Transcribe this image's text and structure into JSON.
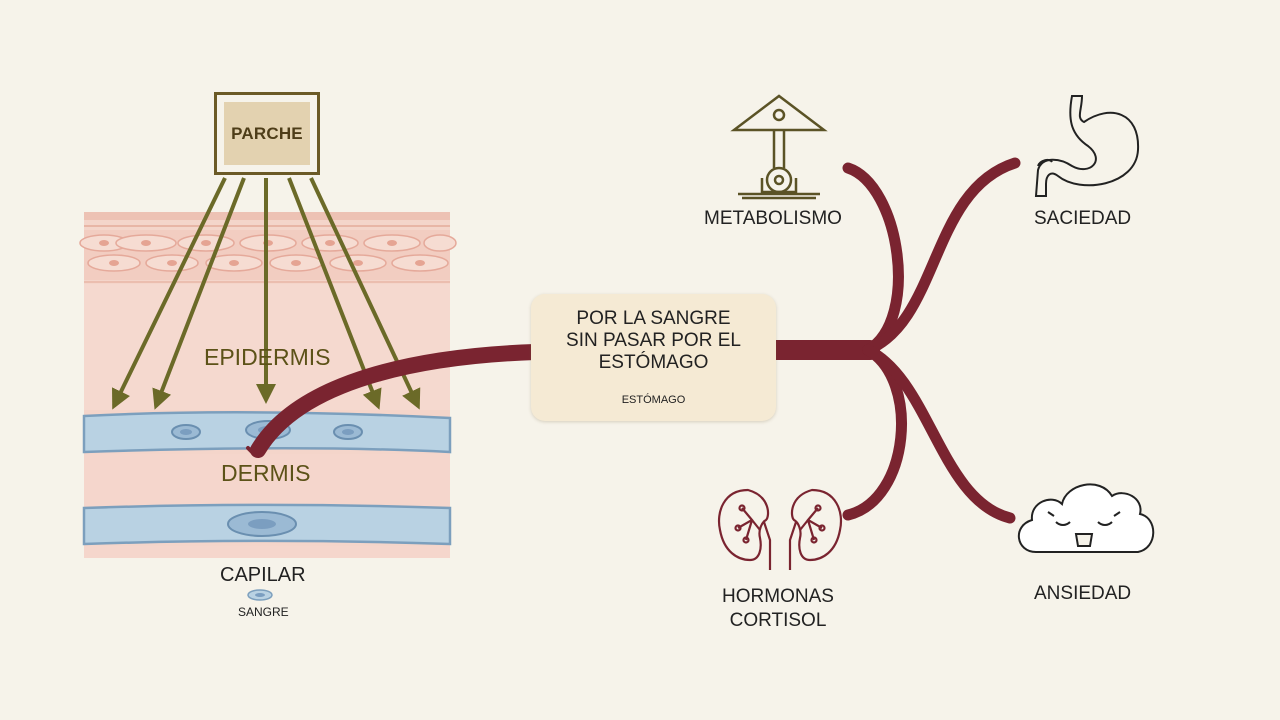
{
  "patch": {
    "label": "PARCHE"
  },
  "skin": {
    "epidermis_label": "EPIDERMIS",
    "dermis_label": "DERMIS",
    "capillary_label": "CAPILAR",
    "blood_label": "SANGRE"
  },
  "center": {
    "title": "POR LA SANGRE\nSIN PASAR POR EL\nESTÓMAGO",
    "icon_caption": "ESTÓMAGO",
    "icon": "stomach-icon"
  },
  "effects": [
    {
      "label": "METABOLISMO",
      "icon": "metabolism-scale-icon"
    },
    {
      "label": "SACIEDAD",
      "icon": "stomach-outline-icon"
    },
    {
      "label": "HORMONAS\nCORTISOL",
      "icon": "kidneys-icon"
    },
    {
      "label": "ANSIEDAD",
      "icon": "cloud-face-icon"
    }
  ],
  "colors": {
    "background": "#f6f3ea",
    "pathway": "#7a2430",
    "arrow": "#6b6a28",
    "epidermis_text": "#5c5218",
    "skin": "#f5d6cc",
    "vessel": "#b7d0e2",
    "icon_olive": "#5b5326",
    "icon_maroon": "#7a2430"
  }
}
